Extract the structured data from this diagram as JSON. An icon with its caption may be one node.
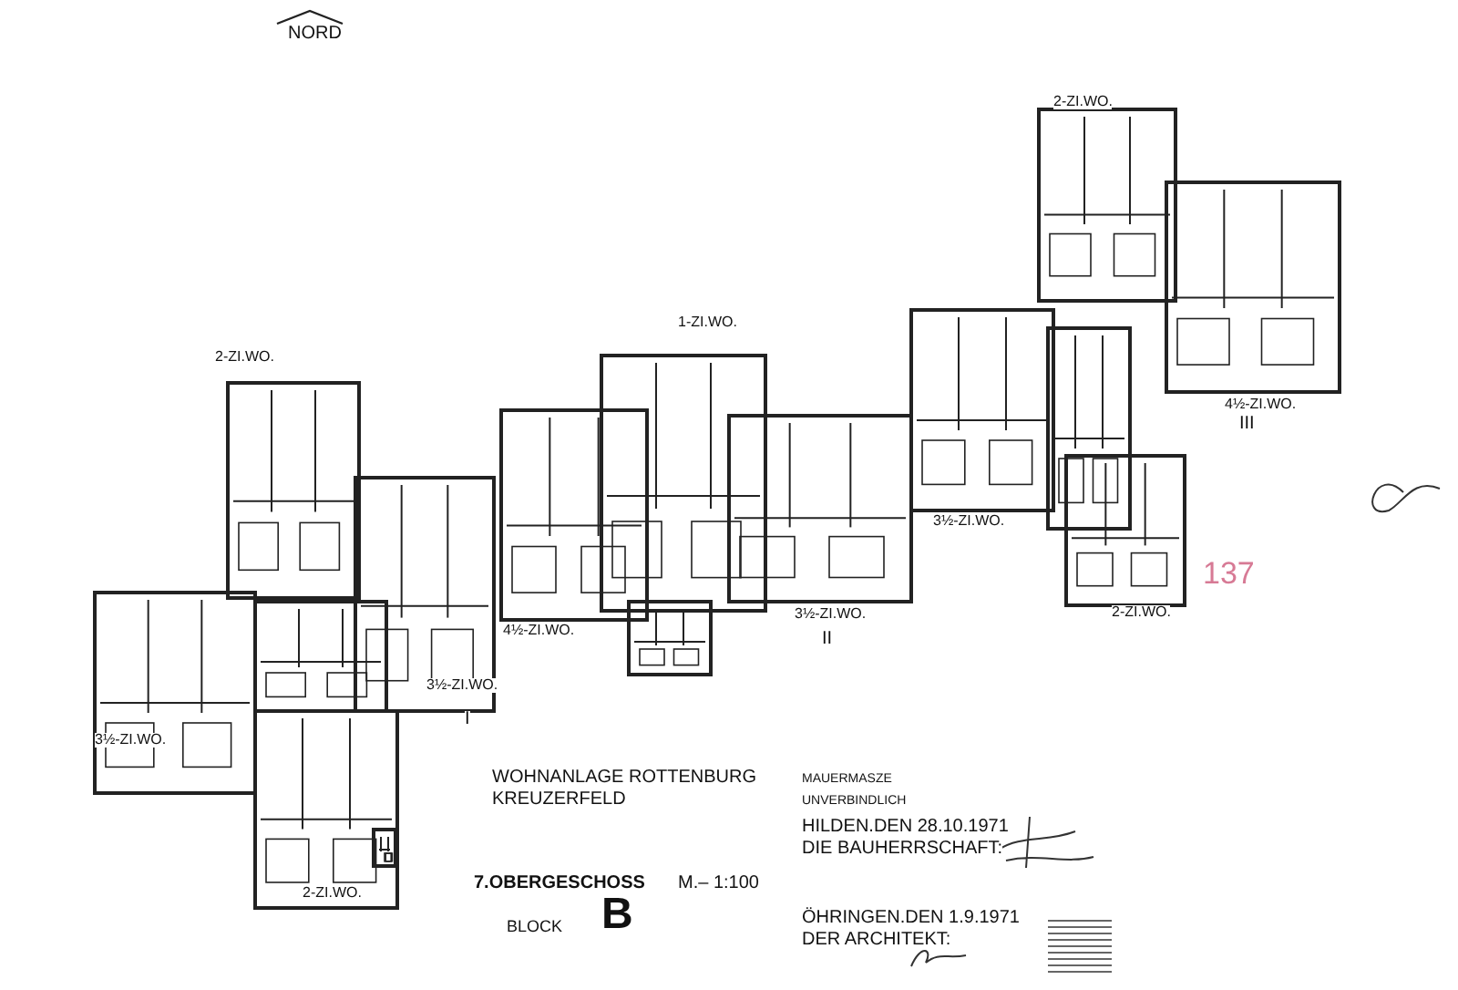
{
  "diagram": {
    "labels": [
      "NORD",
      "2-ZI.WO.",
      "1-ZI.WO.",
      "2-ZI.WO.",
      "4½-ZI.WO.",
      "III",
      "3½-ZI.WO.",
      "137",
      "3½-ZI.WO.",
      "2-ZI.WO.",
      "4½-ZI.WO.",
      "II",
      "3½-ZI.WO.",
      "I",
      "3½-ZI.WO.",
      "WOHNANLAGE ROTTENBURG",
      "MAUERMASZE",
      "KREUZERFELD",
      "UNVERBINDLICH",
      "HILDEN.DEN 28.10.1971",
      "DIE BAUHERRSCHAFT:",
      "7.OBERGESCHOSS",
      "M.– 1:100",
      "2-ZI.WO.",
      "B",
      "BLOCK",
      "ÖHRINGEN.DEN 1.9.1971",
      "DER ARCHITEKT:"
    ]
  }
}
